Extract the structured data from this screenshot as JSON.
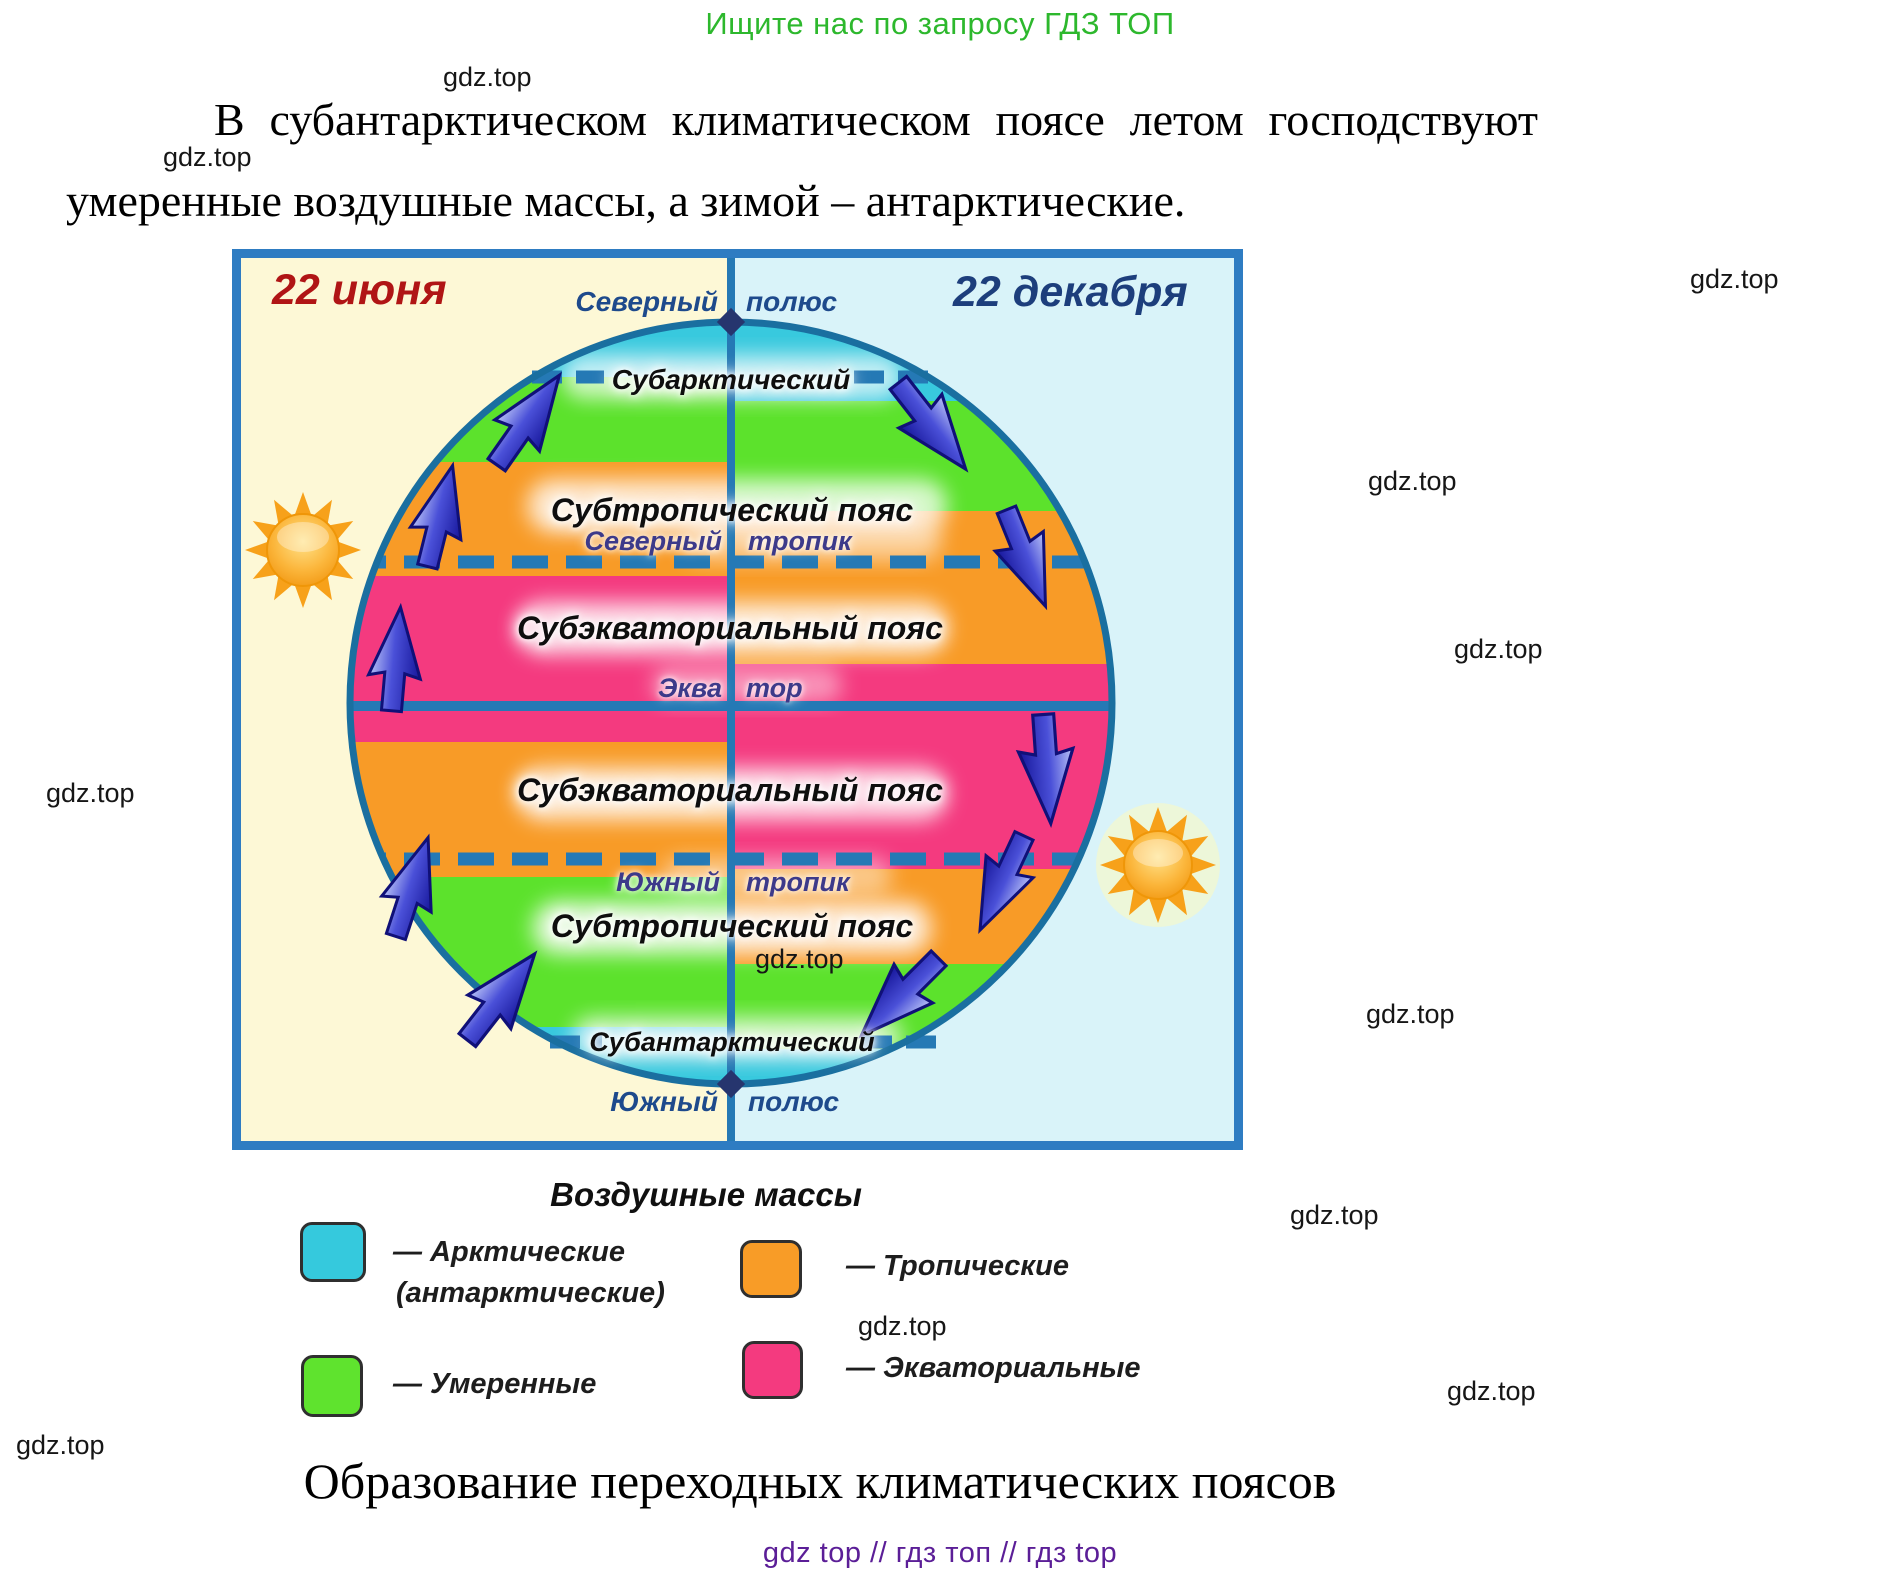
{
  "promo": {
    "text": "Ищите нас по запросу ГДЗ ТОП",
    "color": "#2db82d"
  },
  "watermark": "gdz.top",
  "paragraph": "В субантарктическом климатическом поясе летом господствуют умеренные воздушные массы, а зимой – антарктические.",
  "diagram": {
    "date_left": "22 июня",
    "date_right": "22 декабря",
    "north_pole": {
      "w1": "Северный",
      "w2": "полюс"
    },
    "south_pole": {
      "w1": "Южный",
      "w2": "полюс"
    },
    "north_tropic": {
      "w1": "Северный",
      "w2": "тропик"
    },
    "south_tropic": {
      "w1": "Южный",
      "w2": "тропик"
    },
    "equator": {
      "w1": "Эква",
      "w2": "тор"
    },
    "belts": {
      "subarctic": "Субарктический",
      "subtropical_north": "Субтропический  пояс",
      "subequatorial_north": "Субэкваториальный пояс",
      "subequatorial_south": "Субэкваториальный пояс",
      "subtropical_south": "Субтропический пояс",
      "subantarctic": "Субантарктический"
    },
    "colors": {
      "frame": "#2e7cc2",
      "bg_june": "#fdf8d6",
      "bg_december": "#d9f3f9",
      "arctic_band": "#38c9de",
      "temperate_band": "#5ce22c",
      "tropical_band": "#f89b27",
      "equatorial_band": "#f43a7f",
      "meridian_line": "#2579b5",
      "globe_ring": "#1a6fa0",
      "date_left_color": "#b01515",
      "date_right_color": "#1d3e7c",
      "sun": "#f7a11a"
    }
  },
  "legend": {
    "title": "Воздушные массы",
    "items": [
      {
        "label": "— Арктические",
        "label2": "(антарктические)",
        "color": "#35c9dd"
      },
      {
        "label": "— Тропические",
        "color": "#f89c27"
      },
      {
        "label": "— Умеренные",
        "color": "#5fe32e"
      },
      {
        "label": "— Экваториальные",
        "color": "#f43a7f"
      }
    ]
  },
  "caption": "Образование переходных климатических поясов",
  "footer": "gdz top  //  гдз топ  //  гдз top"
}
